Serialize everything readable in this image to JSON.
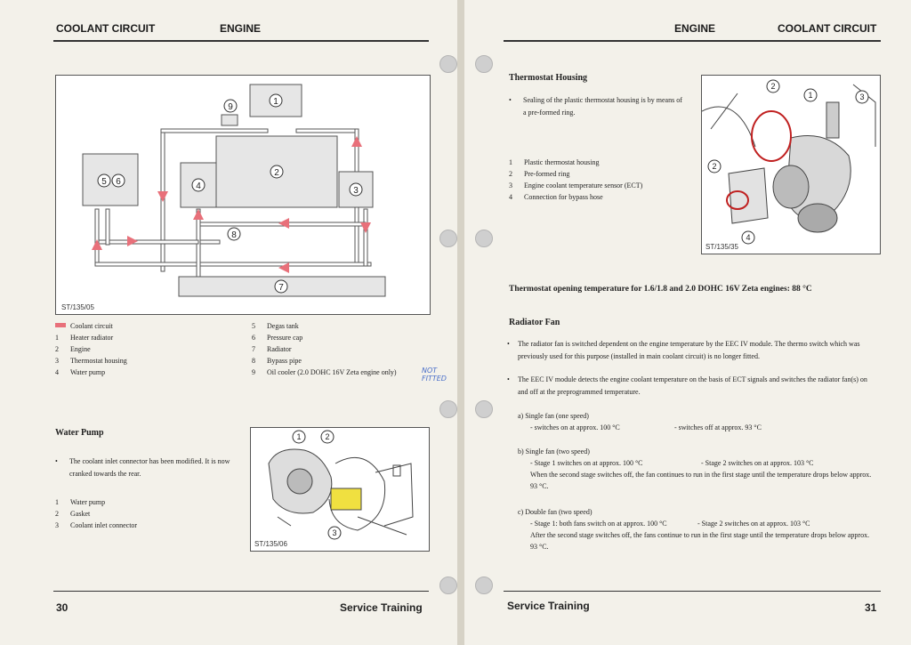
{
  "left": {
    "header_left": "COOLANT CIRCUIT",
    "header_right": "ENGINE",
    "figure1_code": "ST/135/05",
    "diagram_numbers": [
      "1",
      "2",
      "3",
      "4",
      "5",
      "6",
      "7",
      "8",
      "9"
    ],
    "legend_left": [
      {
        "num": "",
        "text": "Coolant circuit"
      },
      {
        "num": "1",
        "text": "Heater radiator"
      },
      {
        "num": "2",
        "text": "Engine"
      },
      {
        "num": "3",
        "text": "Thermostat housing"
      },
      {
        "num": "4",
        "text": "Water pump"
      }
    ],
    "legend_right": [
      {
        "num": "5",
        "text": "Degas tank"
      },
      {
        "num": "6",
        "text": "Pressure cap"
      },
      {
        "num": "7",
        "text": "Radiator"
      },
      {
        "num": "8",
        "text": "Bypass pipe"
      },
      {
        "num": "9",
        "text": "Oil cooler (2.0 DOHC 16V Zeta engine only)"
      }
    ],
    "handwritten_note": "NOT FITTED",
    "water_pump": {
      "title": "Water Pump",
      "bullet": "The coolant inlet connector has been modified. It is now cranked towards the rear.",
      "items": [
        {
          "num": "1",
          "text": "Water pump"
        },
        {
          "num": "2",
          "text": "Gasket"
        },
        {
          "num": "3",
          "text": "Coolant inlet connector"
        }
      ],
      "figure_code": "ST/135/06"
    },
    "footer_page": "30",
    "footer_title": "Service Training"
  },
  "right": {
    "header_left": "ENGINE",
    "header_right": "COOLANT CIRCUIT",
    "thermostat": {
      "title": "Thermostat Housing",
      "bullet": "Sealing of the plastic thermostat housing is by means of a pre-formed ring.",
      "items": [
        {
          "num": "1",
          "text": "Plastic thermostat housing"
        },
        {
          "num": "2",
          "text": "Pre-formed ring"
        },
        {
          "num": "3",
          "text": "Engine coolant temperature sensor (ECT)"
        },
        {
          "num": "4",
          "text": "Connection for bypass hose"
        }
      ],
      "figure_code": "ST/135/35"
    },
    "opening_temp": "Thermostat opening temperature for 1.6/1.8 and 2.0 DOHC 16V Zeta engines:  88 °C",
    "radiator_fan": {
      "title": "Radiator Fan",
      "bullet1": "The radiator fan is switched dependent on the engine temperature by the EEC IV module. The thermo switch which was previously used for this purpose (installed in main coolant circuit) is no longer fitted.",
      "bullet2": "The EEC IV module detects the engine coolant temperature on the basis of ECT signals and switches the radiator fan(s) on and off at the preprogrammed temperature.",
      "a_title": "a)  Single fan (one speed)",
      "a_on": "-  switches on at approx. 100 °C",
      "a_off": "-  switches off at approx. 93 °C",
      "b_title": "b)  Single fan (two speed)",
      "b_s1": "-  Stage 1 switches on at approx. 100 °C",
      "b_s2": "-  Stage 2 switches on at approx. 103 °C",
      "b_note": "When the second stage switches off, the fan continues to run in the first stage until the temperature drops below approx. 93 °C.",
      "c_title": "c)  Double fan (two speed)",
      "c_s1": "-  Stage 1: both fans switch on at approx. 100 °C",
      "c_s2": "-  Stage 2 switches on at approx. 103 °C",
      "c_note": "After the second stage switches off, the fans continue to run in the first stage until the temperature drops below approx. 93 °C."
    },
    "footer_title": "Service Training",
    "footer_page": "31"
  },
  "colors": {
    "accent": "#e8707a",
    "highlight": "#f0e040",
    "ring": "#c02020"
  }
}
